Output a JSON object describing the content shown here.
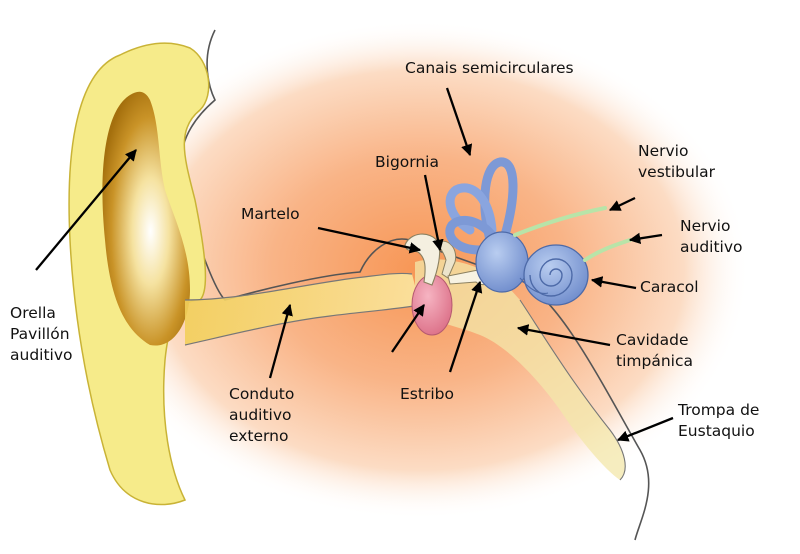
{
  "labels": {
    "canais_semicirculares": "Canais semicirculares",
    "bigornia": "Bigornia",
    "martelo": "Martelo",
    "nervio_vestibular": [
      "Nervio",
      "vestibular"
    ],
    "nervio_auditivo": [
      "Nervio",
      "auditivo"
    ],
    "caracol": "Caracol",
    "cavidade_timpanica": [
      "Cavidade",
      "timpánica"
    ],
    "orella": [
      "Orella",
      "Pavillón",
      "auditivo"
    ],
    "conduto_auditivo_externo": [
      "Conduto",
      "auditivo",
      "externo"
    ],
    "estribo": "Estribo",
    "trompa_de_eustaquio": [
      "Trompa de",
      "Eustaquio"
    ]
  },
  "colors": {
    "skin_glow": "#f9a46a",
    "auricle": "#f6eb8a",
    "auricle_edge": "#d7c13a",
    "concha": "#b88414",
    "inner_ear": "#8fa9dc",
    "inner_ear_edge": "#4d6aa8",
    "eardrum": "#e88ea2",
    "nerve": "#b8e4a8",
    "arrow": "#000000"
  }
}
